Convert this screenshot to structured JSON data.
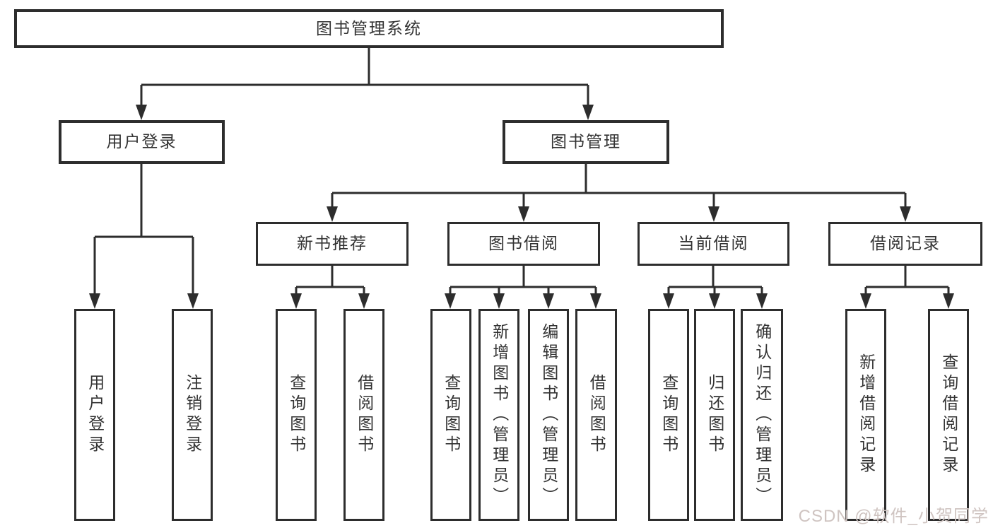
{
  "diagram": {
    "title": "图书管理系统",
    "nodes": {
      "user_login": "用户登录",
      "book_management": "图书管理",
      "new_book_recommend": "新书推荐",
      "book_borrowing": "图书借阅",
      "current_borrowing": "当前借阅",
      "borrowing_records": "借阅记录",
      "leaf_user_login": "用户登录",
      "leaf_logout": "注销登录",
      "leaf_rec_query_books": "查询图书",
      "leaf_rec_borrow_books": "借阅图书",
      "leaf_bb_query_books": "查询图书",
      "leaf_bb_add_books": "新增图书（管理员）",
      "leaf_bb_edit_books": "编辑图书（管理员）",
      "leaf_bb_borrow_books": "借阅图书",
      "leaf_cb_query_books": "查询图书",
      "leaf_cb_return_books": "归还图书",
      "leaf_cb_confirm_return": "确认归还（管理员）",
      "leaf_br_add_record": "新增借阅记录",
      "leaf_br_query_record": "查询借阅记录"
    },
    "watermark": "CSDN @软件_小贺同学"
  },
  "colors": {
    "line": "#2d2d2d",
    "text": "#333333",
    "box_background": "#ffffff",
    "watermark": "#cfc4c1",
    "background": "#ffffff"
  }
}
